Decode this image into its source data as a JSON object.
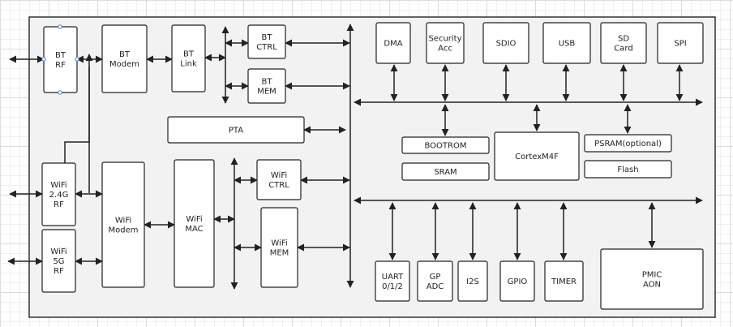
{
  "diagram": {
    "blocks": {
      "bt_rf": [
        "BT",
        "RF"
      ],
      "bt_modem": [
        "BT",
        "Modem"
      ],
      "bt_link": [
        "BT",
        "Link"
      ],
      "bt_ctrl": [
        "BT",
        "CTRL"
      ],
      "bt_mem": [
        "BT",
        "MEM"
      ],
      "pta": [
        "PTA"
      ],
      "wifi_24g_rf": [
        "WiFi",
        "2.4G",
        "RF"
      ],
      "wifi_5g_rf": [
        "WiFi",
        "5G",
        "RF"
      ],
      "wifi_modem": [
        "WiFi",
        "Modem"
      ],
      "wifi_mac": [
        "WiFi",
        "MAC"
      ],
      "wifi_ctrl": [
        "WiFi",
        "CTRL"
      ],
      "wifi_mem": [
        "WiFi",
        "MEM"
      ],
      "dma": [
        "DMA"
      ],
      "security_acc": [
        "Security",
        "Acc"
      ],
      "sdio": [
        "SDIO"
      ],
      "usb": [
        "USB"
      ],
      "sd_card": [
        "SD",
        "Card"
      ],
      "spi": [
        "SPI"
      ],
      "bootrom": [
        "BOOTROM"
      ],
      "sram": [
        "SRAM"
      ],
      "cortex_m4f": [
        "CortexM4F"
      ],
      "psram": [
        "PSRAM(optional)"
      ],
      "flash": [
        "Flash"
      ],
      "uart": [
        "UART",
        "0/1/2"
      ],
      "gp_adc": [
        "GP",
        "ADC"
      ],
      "i2s": [
        "I2S"
      ],
      "gpio": [
        "GPIO"
      ],
      "timer": [
        "TIMER"
      ],
      "pmic_aon": [
        "PMIC",
        "AON"
      ]
    }
  }
}
